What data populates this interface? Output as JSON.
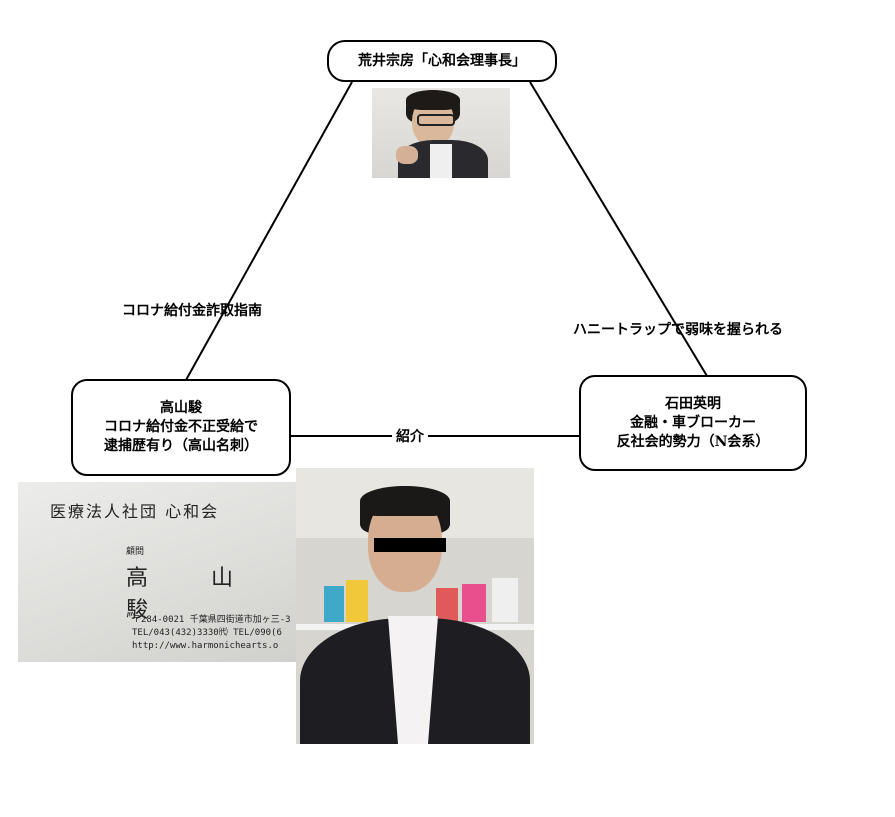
{
  "nodes": {
    "top": {
      "line1": "荒井宗房「心和会理事長」"
    },
    "left": {
      "line1": "高山駿",
      "line2": "コロナ給付金不正受給で",
      "line3": "逮捕歴有り（高山名刺）"
    },
    "right": {
      "line1": "石田英明",
      "line2": "金融・車ブローカー",
      "line3": "反社会的勢力（N会系）"
    }
  },
  "edges": {
    "top_left": "コロナ給付金詐取指南",
    "top_right": "ハニートラップで弱味を握られる",
    "left_right": "紹介"
  },
  "card": {
    "org": "医療法人社団 心和会",
    "role": "顧問",
    "name": "高 山 駿",
    "addr1": "〒284-0021 千葉県四街道市加ヶ三-3",
    "addr2": "TEL/043(432)3330㈹ TEL/090(6",
    "addr3": "http://www.harmonichearts.o"
  },
  "colors": {
    "line": "#000000",
    "background": "#ffffff"
  }
}
